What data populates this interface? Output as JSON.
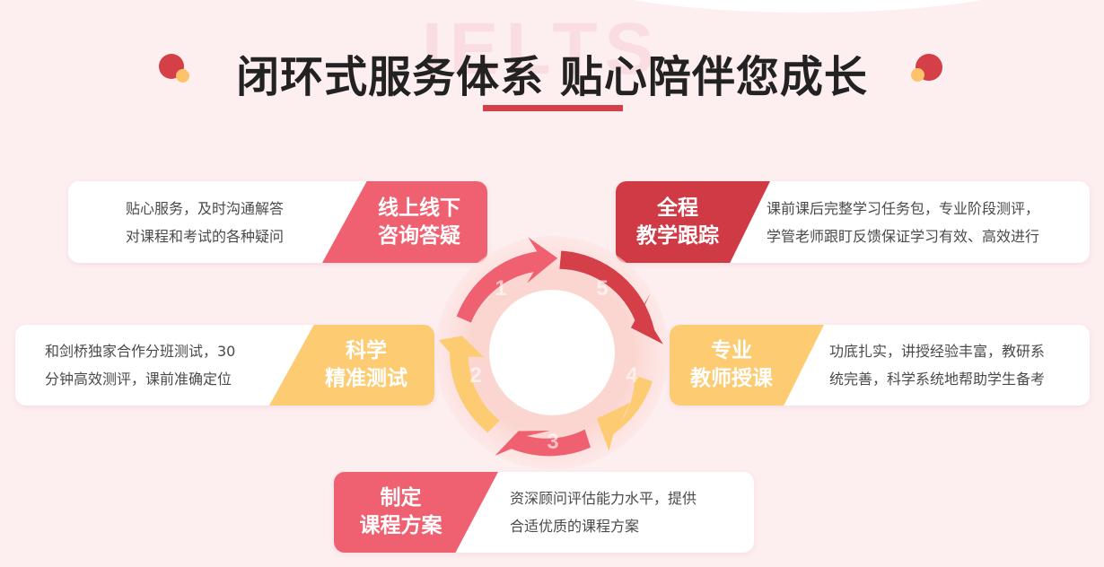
{
  "header": {
    "watermark": "IELTS",
    "title": "闭环式服务体系  贴心陪伴您成长"
  },
  "colors": {
    "red": "#cf3a45",
    "pink": "#ef6171",
    "yellow": "#fccb72",
    "background": "#fdeef0"
  },
  "cards": {
    "online": {
      "tag": [
        "线上线下",
        "咨询答疑"
      ],
      "desc": [
        "贴心服务，及时沟通解答",
        "对课程和考试的各种疑问"
      ]
    },
    "tracking": {
      "tag": [
        "全程",
        "教学跟踪"
      ],
      "desc": [
        "课前课后完整学习任务包，专业阶段测评，",
        "学管老师跟盯反馈保证学习有效、高效进行"
      ]
    },
    "testing": {
      "tag": [
        "科学",
        "精准测试"
      ],
      "desc": [
        "和剑桥独家合作分班测试，30",
        "分钟高效测评，课前准确定位"
      ]
    },
    "teaching": {
      "tag": [
        "专业",
        "教师授课"
      ],
      "desc": [
        "功底扎实，讲授经验丰富，教研系",
        "统完善，科学系统地帮助学生备考"
      ]
    },
    "planning": {
      "tag": [
        "制定",
        "课程方案"
      ],
      "desc": [
        "资深顾问评估能力水平，提供",
        "合适优质的课程方案"
      ]
    }
  },
  "cycle": {
    "steps": [
      "1",
      "2",
      "3",
      "4",
      "5"
    ]
  }
}
